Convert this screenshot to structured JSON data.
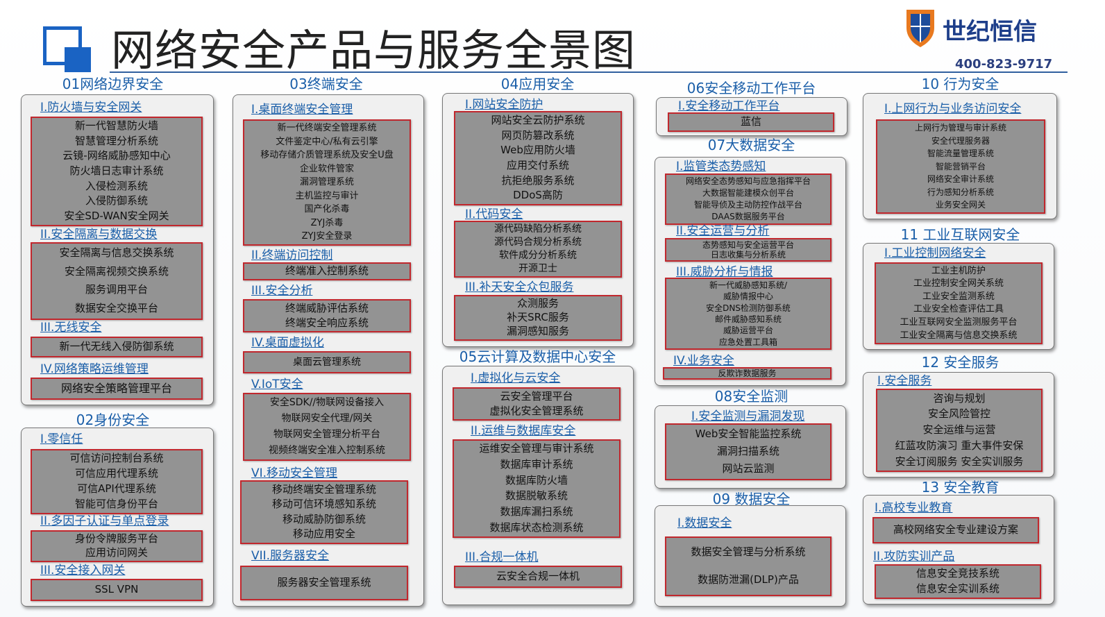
{
  "header": {
    "title": "网络安全产品与服务全景图",
    "brand": "世纪恒信",
    "phone": "400-823-9717"
  },
  "colors": {
    "title_blue": "#1a63c3",
    "section_text": "#1a5ea8",
    "box_fill": "#939393",
    "box_border": "#c1272d"
  },
  "sections": [
    {
      "title": "01网络边界安全",
      "groups": [
        {
          "label": "I.防火墙与安全网关",
          "items": [
            "新一代智慧防火墙",
            "智慧管理分析系统",
            "云镜-网络威胁感知中心",
            "防火墙日志审计系统",
            "入侵检测系统",
            "入侵防御系统",
            "安全SD-WAN安全网关"
          ]
        },
        {
          "label": "II.安全隔离与数据交换",
          "items": [
            "安全隔离与信息交换系统",
            "安全隔离视频交换系统",
            "服务调用平台",
            "数据安全交换平台"
          ]
        },
        {
          "label": "III.无线安全",
          "items": [
            "新一代无线入侵防御系统"
          ]
        },
        {
          "label": "IV.网络策略运维管理",
          "items": [
            "网络安全策略管理平台"
          ]
        }
      ]
    },
    {
      "title": "02身份安全",
      "groups": [
        {
          "label": "I.零信任",
          "items": [
            "可信访问控制台系统",
            "可信应用代理系统",
            "可信API代理系统",
            "智能可信身份平台"
          ]
        },
        {
          "label": "II.多因子认证与单点登录",
          "items": [
            "身份令牌服务平台",
            "应用访问网关"
          ]
        },
        {
          "label": "III.安全接入网关",
          "items": [
            "SSL VPN"
          ]
        }
      ]
    },
    {
      "title": "03终端安全",
      "groups": [
        {
          "label": "I.桌面终端安全管理",
          "items": [
            "新一代终端安全管理系统",
            "文件鉴定中心/私有云引擎",
            "移动存储介质管理系统及安全U盘",
            "企业软件管家",
            "漏洞管理系统",
            "主机监控与审计",
            "国产化杀毒",
            "ZYJ杀毒",
            "ZYJ安全登录"
          ]
        },
        {
          "label": "II.终端访问控制",
          "items": [
            "终端准入控制系统"
          ]
        },
        {
          "label": "III.安全分析",
          "items": [
            "终端威胁评估系统",
            "终端安全响应系统"
          ]
        },
        {
          "label": "IV.桌面虚拟化",
          "items": [
            "桌面云管理系统"
          ]
        },
        {
          "label": "V.IoT安全",
          "items": [
            "安全SDK//物联网设备接入",
            "物联网安全代理/网关",
            "物联网安全管理分析平台",
            "视频终端安全准入控制系统"
          ]
        },
        {
          "label": "VI.移动安全管理",
          "items": [
            "移动终端安全管理系统",
            "移动可信环境感知系统",
            "移动威胁防御系统",
            "移动应用安全"
          ]
        },
        {
          "label": "VII.服务器安全",
          "items": [
            "服务器安全管理系统"
          ]
        }
      ]
    },
    {
      "title": "04应用安全",
      "groups": [
        {
          "label": "I.网站安全防护",
          "items": [
            "网站安全云防护系统",
            "网页防篡改系统",
            "Web应用防火墙",
            "应用交付系统",
            "抗拒绝服务系统",
            "DDoS高防"
          ]
        },
        {
          "label": "II.代码安全",
          "items": [
            "源代码缺陷分析系统",
            "源代码合规分析系统",
            "软件成分分析系统",
            "开源卫士"
          ]
        },
        {
          "label": "III.补天安全众包服务",
          "items": [
            "众测服务",
            "补天SRC服务",
            "漏洞感知服务"
          ]
        }
      ]
    },
    {
      "title": "05云计算及数据中心安全",
      "groups": [
        {
          "label": "I.虚拟化与云安全",
          "items": [
            "云安全管理平台",
            "虚拟化安全管理系统"
          ]
        },
        {
          "label": "II.运维与数据库安全",
          "items": [
            "运维安全管理与审计系统",
            "数据库审计系统",
            "数据库防火墙",
            "数据脱敏系统",
            "数据库漏扫系统",
            "数据库状态检测系统"
          ]
        },
        {
          "label": "III.合规一体机",
          "items": [
            "云安全合规一体机"
          ]
        }
      ]
    },
    {
      "title": "06安全移动工作平台",
      "groups": [
        {
          "label": "I.安全移动工作平台",
          "items": [
            "蓝信"
          ]
        }
      ]
    },
    {
      "title": "07大数据安全",
      "groups": [
        {
          "label": "I.监管类态势感知",
          "items": [
            "网络安全态势感知与应急指挥平台",
            "大数据智能建模众创平台",
            "智能导侦及主动防控作战平台",
            "DAAS数据服务平台"
          ]
        },
        {
          "label": "II.安全运营与分析",
          "items": [
            "态势感知与安全运营平台",
            "日志收集与分析系统"
          ]
        },
        {
          "label": "III.威胁分析与情报",
          "items": [
            "新一代威胁感知系统/",
            "威胁情报中心",
            "安全DNS检测防御系统",
            "邮件威胁感知系统",
            "威胁运营平台",
            "应急处置工具箱"
          ]
        },
        {
          "label": "IV.业务安全",
          "items": [
            "反欺诈数据服务"
          ]
        }
      ]
    },
    {
      "title": "08安全监测",
      "groups": [
        {
          "label": "I.安全监测与漏洞发现",
          "items": [
            "Web安全智能监控系统",
            "漏洞扫描系统",
            "网站云监测"
          ]
        }
      ]
    },
    {
      "title": "09 数据安全",
      "groups": [
        {
          "label": "I.数据安全",
          "items": [
            "数据安全管理与分析系统",
            "数据防泄漏(DLP)产品"
          ]
        }
      ]
    },
    {
      "title": "10 行为安全",
      "groups": [
        {
          "label": "I.上网行为与业务访问安全",
          "items": [
            "上网行为管理与审计系统",
            "安全代理服务器",
            "智能流量管理系统",
            "智能营销平台",
            "网络安全审计系统",
            "行为感知分析系统",
            "业务安全网关"
          ]
        }
      ]
    },
    {
      "title": "11 工业互联网安全",
      "groups": [
        {
          "label": "I.工业控制网络安全",
          "items": [
            "工业主机防护",
            "工业控制安全网关系统",
            "工业安全监测系统",
            "工业安全检查评估工具",
            "工业互联网安全监测服务平台",
            "工业安全隔离与信息交换系统"
          ]
        }
      ]
    },
    {
      "title": "12 安全服务",
      "groups": [
        {
          "label": "I.安全服务",
          "items": [
            "咨询与规划",
            "安全风险管控",
            "安全运维与运营",
            "红蓝攻防演习  重大事件安保",
            "安全订阅服务  安全实训服务"
          ]
        }
      ]
    },
    {
      "title": "13 安全教育",
      "groups": [
        {
          "label": "I.高校专业教育",
          "items": [
            "高校网络安全专业建设方案"
          ]
        },
        {
          "label": "II.攻防实训产品",
          "items": [
            "信息安全竞技系统",
            "信息安全实训系统"
          ]
        }
      ]
    }
  ]
}
